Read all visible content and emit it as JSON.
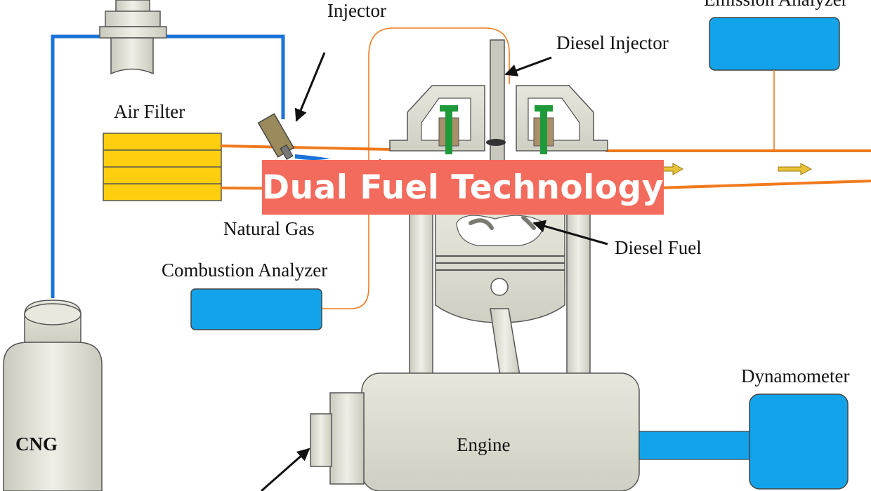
{
  "banner": {
    "title": "Dual Fuel Technology"
  },
  "labels": {
    "injector": "Injector",
    "diesel_injector": "Diesel Injector",
    "emission_analyzer": "Emission Analyzer",
    "air_filter": "Air Filter",
    "natural_gas": "Natural Gas",
    "diesel_fuel": "Diesel Fuel",
    "combustion_analyzer": "Combustion Analyzer",
    "dynamometer": "Dynamometer",
    "engine": "Engine",
    "cng": "CNG"
  },
  "colors": {
    "gas_line": "#1a73d9",
    "air_line": "#f07a1e",
    "analyzer_box": "#12a3ea",
    "air_filter": "#ffcf0f",
    "banner": "#f36b5c",
    "valve": "#1f9a3a",
    "metal": "#dcdcd2"
  }
}
